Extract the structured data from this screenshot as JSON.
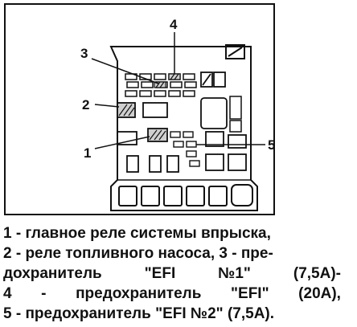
{
  "callouts": {
    "n1": "1",
    "n2": "2",
    "n3": "3",
    "n4": "4",
    "n5": "5"
  },
  "caption": [
    [
      "1 - главное реле системы впрыска,"
    ],
    [
      "2 - реле топливного насоса, 3 - пре-"
    ],
    [
      "дохранитель",
      "\"EFI",
      "№1\"",
      "(7,5A)-"
    ],
    [
      "4",
      "-",
      "предохранитель",
      "\"EFI\"",
      "(20A),"
    ],
    [
      "5 - предохранитель \"EFI №2\" (7,5A)."
    ]
  ],
  "colors": {
    "line": "#111111",
    "background": "#ffffff"
  }
}
